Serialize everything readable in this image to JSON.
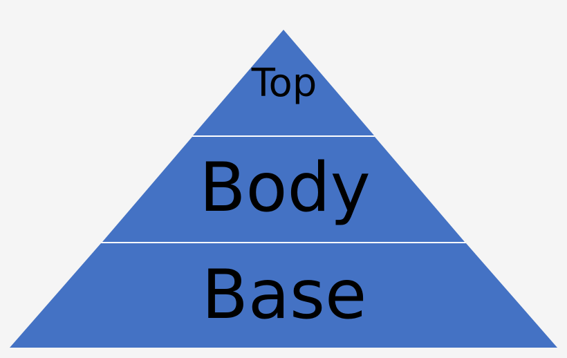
{
  "diagram": {
    "type": "pyramid",
    "levels": [
      {
        "label": "Top"
      },
      {
        "label": "Body"
      },
      {
        "label": "Base"
      }
    ],
    "colors": {
      "background": "#f5f5f5",
      "fill": "#4472c4",
      "divider": "#ffffff",
      "text": "#000000"
    }
  }
}
